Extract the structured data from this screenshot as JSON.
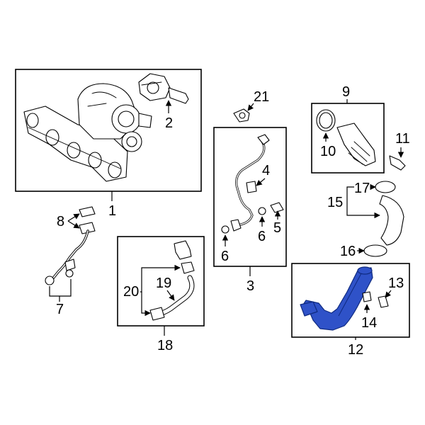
{
  "diagram": {
    "callouts": {
      "c1": "1",
      "c2": "2",
      "c3": "3",
      "c4": "4",
      "c5": "5",
      "c6a": "6",
      "c6b": "6",
      "c7": "7",
      "c8": "8",
      "c9": "9",
      "c10": "10",
      "c11": "11",
      "c12": "12",
      "c13": "13",
      "c14": "14",
      "c15": "15",
      "c16": "16",
      "c17": "17",
      "c18": "18",
      "c19": "19",
      "c20": "20",
      "c21": "21"
    },
    "highlight_color": "#2f52c8"
  }
}
